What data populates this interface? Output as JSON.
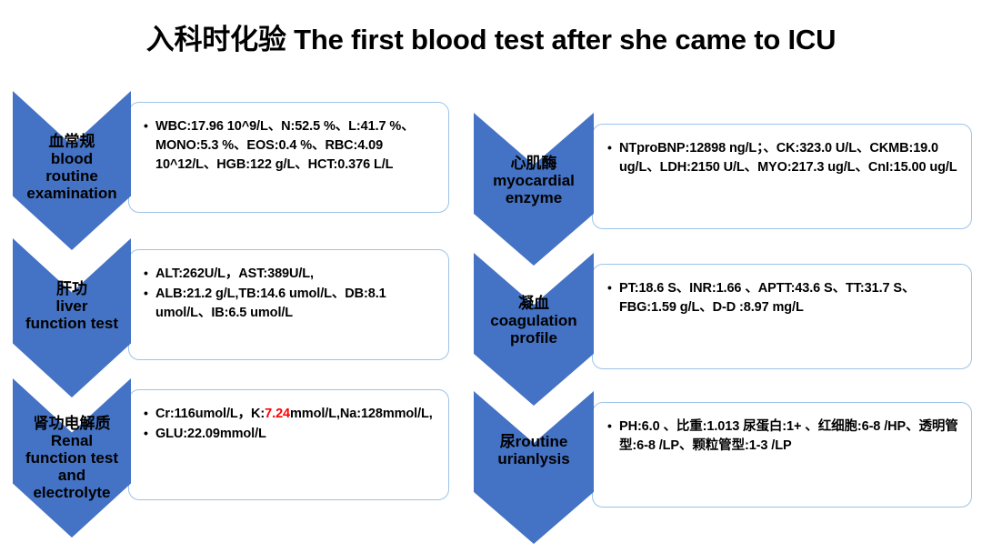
{
  "title": "入科时化验 The first blood test after she came to ICU",
  "theme": {
    "arrow_blue": "#4472C4",
    "box_border": "#9DC3E6",
    "alert_red": "#FF0000",
    "background": "#FFFFFF"
  },
  "sections": [
    {
      "id": "blood-routine",
      "label_cn": "血常规",
      "label_en_line1": "blood",
      "label_en_line2": "routine",
      "label_en_line3": "examination",
      "bullets": [
        "WBC:17.96 10^9/L、N:52.5 %、L:41.7 %、MONO:5.3 %、EOS:0.4 %、RBC:4.09 10^12/L、HGB:122 g/L、HCT:0.376 L/L"
      ]
    },
    {
      "id": "liver-function",
      "label_cn": "肝功",
      "label_en_line1": "liver",
      "label_en_line2": "function test",
      "bullets": [
        "ALT:262U/L，AST:389U/L,",
        "ALB:21.2 g/L,TB:14.6 umol/L、DB:8.1 umol/L、IB:6.5 umol/L"
      ]
    },
    {
      "id": "renal-electrolyte",
      "label_cn": "肾功电解质",
      "label_en_line1": "Renal",
      "label_en_line2": "function test",
      "label_en_line3": "and",
      "label_en_line4": "electrolyte",
      "bullet1_pre": "Cr:116umol/L，K:",
      "bullet1_red": "7.24",
      "bullet1_post": "mmol/L,Na:128mmol/L,",
      "bullet2": "GLU:22.09mmol/L"
    },
    {
      "id": "myocardial-enzyme",
      "label_cn": "心肌酶",
      "label_en_line1": "myocardial",
      "label_en_line2": "enzyme",
      "bullets": [
        "NTproBNP:12898 ng/L；、CK:323.0 U/L、CKMB:19.0 ug/L、LDH:2150 U/L、MYO:217.3 ug/L、CnI:15.00 ug/L"
      ]
    },
    {
      "id": "coagulation",
      "label_cn": "凝血",
      "label_en_line1": "coagulation",
      "label_en_line2": "profile",
      "bullets": [
        "PT:18.6 S、INR:1.66 、APTT:43.6 S、TT:31.7 S、FBG:1.59 g/L、D-D :8.97 mg/L"
      ]
    },
    {
      "id": "urianlysis",
      "label_inline": "尿routine",
      "label_en_line1": "urianlysis",
      "bullets": [
        "PH:6.0 、比重:1.013 尿蛋白:1+ 、红细胞:6-8 /HP、透明管型:6-8 /LP、颗粒管型:1-3 /LP"
      ]
    }
  ]
}
